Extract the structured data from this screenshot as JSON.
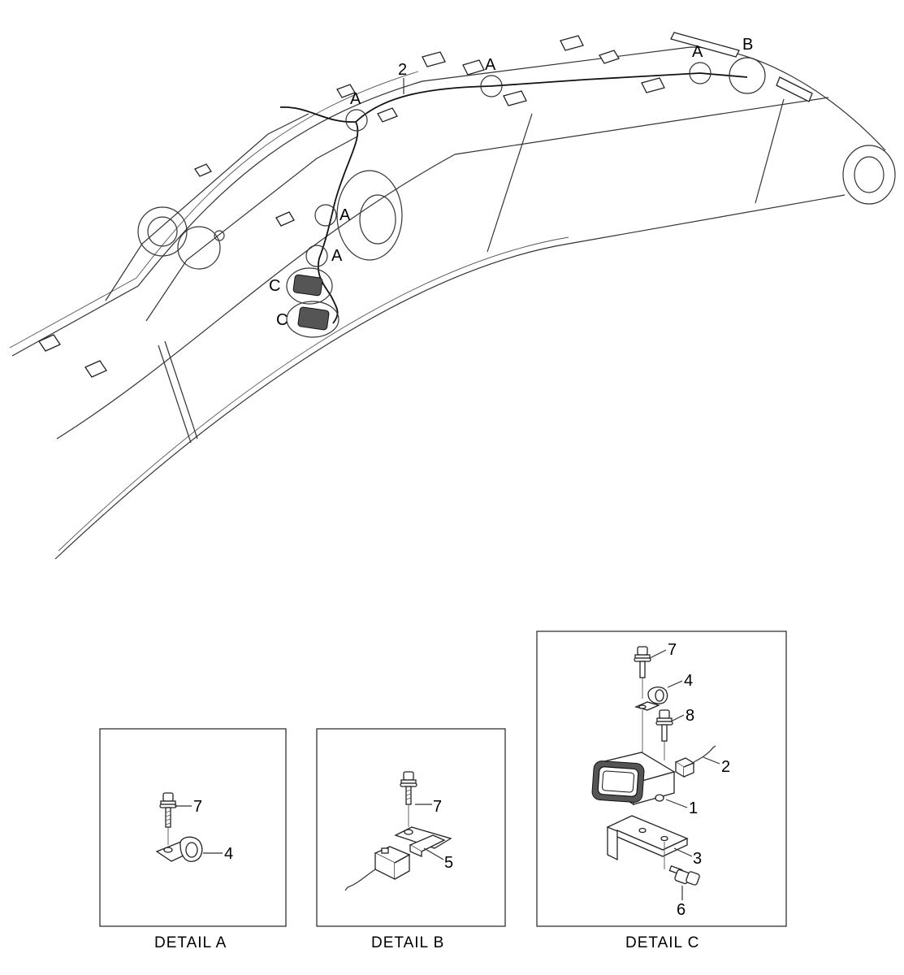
{
  "main_view": {
    "callouts": {
      "a1": "A",
      "a2": "A",
      "a3": "A",
      "a4": "A",
      "a5": "A",
      "b": "B",
      "c1": "C",
      "c2": "C",
      "harness": "2"
    }
  },
  "details": {
    "a": {
      "caption": "DETAIL  A",
      "parts": {
        "bolt": "7",
        "clamp": "4"
      }
    },
    "b": {
      "caption": "DETAIL  B",
      "parts": {
        "bolt": "7",
        "connector_bracket": "5"
      }
    },
    "c": {
      "caption": "DETAIL  C",
      "parts": {
        "bolt_top": "7",
        "clamp": "4",
        "bolt_mid": "8",
        "connector": "2",
        "lamp": "1",
        "bracket": "3",
        "bolt_bottom": "6"
      }
    }
  }
}
